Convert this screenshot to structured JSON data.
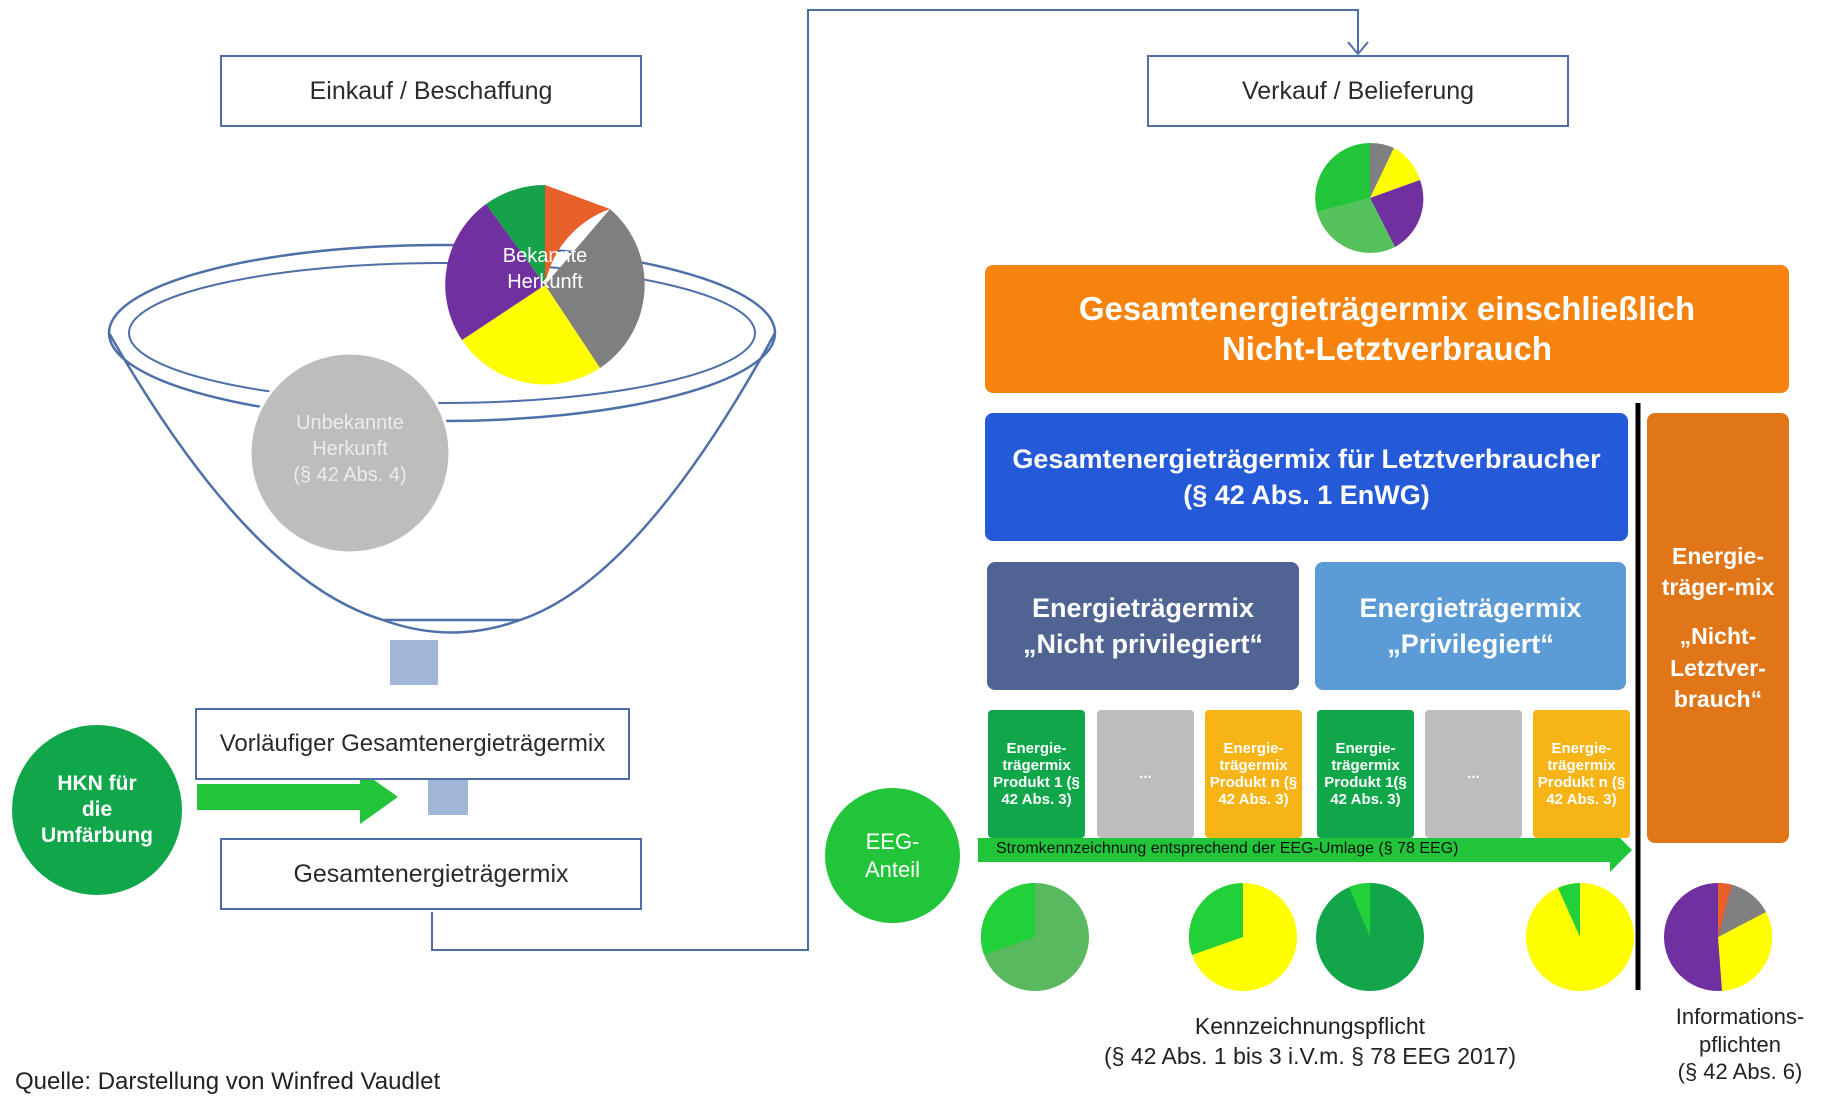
{
  "left": {
    "einkauf_label": "Einkauf / Beschaffung",
    "bekannte_label": "Bekannte Herkunft",
    "unbekannte_label_1": "Unbekannte",
    "unbekannte_label_2": "Herkunft",
    "unbekannte_label_3": "(§ 42 Abs. 4)",
    "vorlaeufig_label": "Vorläufiger Gesamtenergieträgermix",
    "hkn_label": "HKN für die Umfärbung",
    "gesamt_label": "Gesamtenergieträgermix",
    "quelle_label": "Quelle: Darstellung von Winfred Vaudlet"
  },
  "right": {
    "verkauf_label": "Verkauf / Belieferung",
    "orange_title": "Gesamtenergieträgermix einschließlich Nicht-Letztverbrauch",
    "blue_title_1": "Gesamtenergieträgermix für Letztverbraucher",
    "blue_title_2": "(§ 42 Abs. 1 EnWG)",
    "nicht_priv_1": "Energieträgermix",
    "nicht_priv_2": "„Nicht privilegiert“",
    "priv_1": "Energieträgermix",
    "priv_2": "„Privilegiert“",
    "side_1": "Energie-träger-mix",
    "side_2": "„Nicht-Letztver-brauch“",
    "prod_a": "Energie-trägermix Produkt 1 (§ 42 Abs. 3)",
    "prod_dots_a": "...",
    "prod_b": "Energie-trägermix Produkt n (§ 42 Abs. 3)",
    "prod_c": "Energie-trägermix Produkt 1(§ 42 Abs. 3)",
    "prod_dots_b": "...",
    "prod_d": "Energie-trägermix Produkt n (§ 42 Abs. 3)",
    "eeg_label": "EEG-Anteil",
    "arrow_label": "Stromkennzeichnung entsprechend der EEG-Umlage (§ 78 EEG)",
    "kennz_1": "Kennzeichnungspflicht",
    "kennz_2": "(§ 42 Abs. 1 bis 3 i.V.m. § 78 EEG 2017)",
    "info_1": "Informations-",
    "info_2": "pflichten",
    "info_3": "(§ 42 Abs. 6)"
  },
  "colors": {
    "orange": "#f7830f",
    "blue": "#2459d8",
    "slate": "#4f6493",
    "light_blue": "#5b9bd6",
    "dark_orange": "#e07618",
    "green": "#10a64a",
    "bright_green": "#22c53a",
    "yellow_box": "#f7b417",
    "grey_box": "#bdbdbd"
  }
}
